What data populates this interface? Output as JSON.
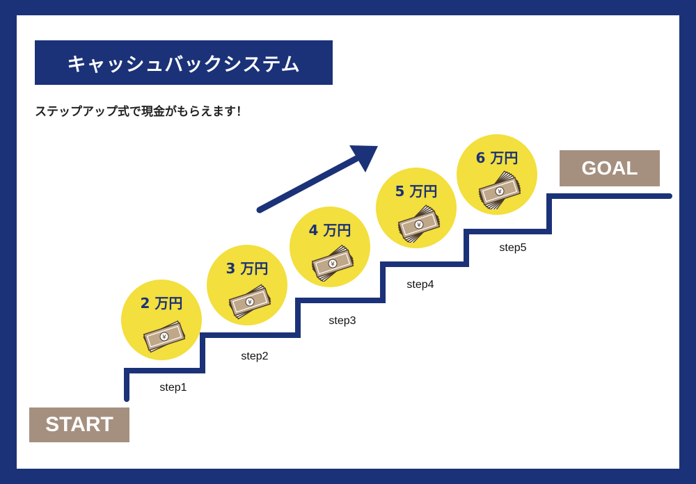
{
  "title": "キャッシュバックシステム",
  "subtitle": "ステップアップ式で現金がもらえます！",
  "start_label": "START",
  "goal_label": "GOAL",
  "steps": [
    {
      "label": "step1",
      "amount": "2 万円",
      "bills": 2
    },
    {
      "label": "step2",
      "amount": "3 万円",
      "bills": 3
    },
    {
      "label": "step3",
      "amount": "4 万円",
      "bills": 4
    },
    {
      "label": "step4",
      "amount": "5 万円",
      "bills": 5
    },
    {
      "label": "step5",
      "amount": "6 万円",
      "bills": 6
    }
  ],
  "colors": {
    "navy": "#1b3278",
    "coin_yellow": "#f3df3d",
    "tag_brown": "#a59080",
    "bill_tan": "#bfa78a"
  },
  "icons": [
    "yen-bill-stack-icon",
    "up-arrow-icon"
  ]
}
